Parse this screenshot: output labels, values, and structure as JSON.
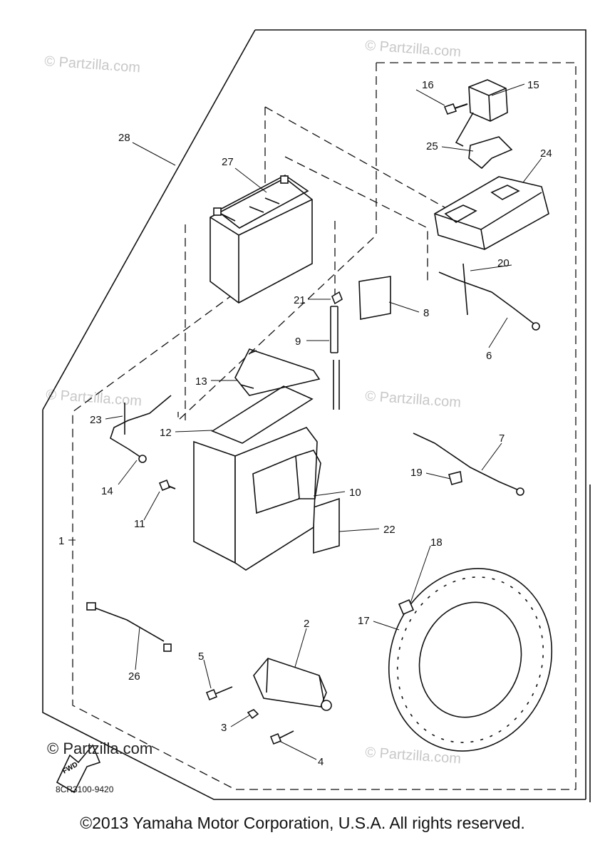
{
  "diagram": {
    "callouts": [
      {
        "id": "c1",
        "label": "1"
      },
      {
        "id": "c2",
        "label": "2"
      },
      {
        "id": "c3",
        "label": "3"
      },
      {
        "id": "c4",
        "label": "4"
      },
      {
        "id": "c5",
        "label": "5"
      },
      {
        "id": "c6",
        "label": "6"
      },
      {
        "id": "c7",
        "label": "7"
      },
      {
        "id": "c8",
        "label": "8"
      },
      {
        "id": "c9",
        "label": "9"
      },
      {
        "id": "c10",
        "label": "10"
      },
      {
        "id": "c11",
        "label": "11"
      },
      {
        "id": "c12",
        "label": "12"
      },
      {
        "id": "c13",
        "label": "13"
      },
      {
        "id": "c14",
        "label": "14"
      },
      {
        "id": "c15",
        "label": "15"
      },
      {
        "id": "c16",
        "label": "16"
      },
      {
        "id": "c17",
        "label": "17"
      },
      {
        "id": "c18",
        "label": "18"
      },
      {
        "id": "c19",
        "label": "19"
      },
      {
        "id": "c20",
        "label": "20"
      },
      {
        "id": "c21",
        "label": "21"
      },
      {
        "id": "c22",
        "label": "22"
      },
      {
        "id": "c23",
        "label": "23"
      },
      {
        "id": "c24",
        "label": "24"
      },
      {
        "id": "c25",
        "label": "25"
      },
      {
        "id": "c26",
        "label": "26"
      },
      {
        "id": "c27",
        "label": "27"
      },
      {
        "id": "c28",
        "label": "28"
      }
    ],
    "watermark": "© Partzilla.com",
    "fwd_label": "FWD",
    "part_code": "8CR3100-9420"
  },
  "footer": {
    "copyright": "©2013 Yamaha Motor Corporation, U.S.A. All rights reserved."
  }
}
